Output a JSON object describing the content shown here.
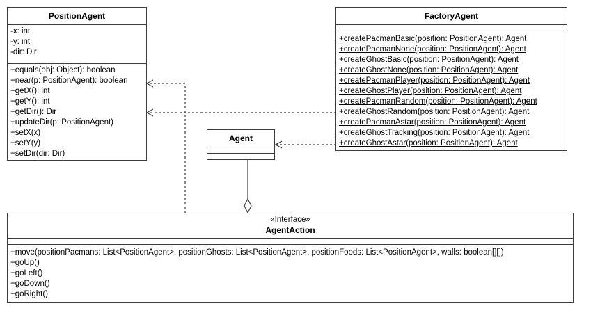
{
  "position_agent": {
    "name": "PositionAgent",
    "attributes": [
      "-x: int",
      "-y: int",
      "-dir: Dir"
    ],
    "methods": [
      "+equals(obj: Object): boolean",
      "+near(p: PositionAgent): boolean",
      "+getX(): int",
      "+getY(): int",
      "+getDir(): Dir",
      "+updateDir(p: PositionAgent)",
      "+setX(x)",
      "+setY(y)",
      "+setDir(dir: Dir)"
    ]
  },
  "factory_agent": {
    "name": "FactoryAgent",
    "methods": [
      "+createPacmanBasic(position: PositionAgent): Agent",
      "+createPacmanNone(position: PositionAgent): Agent",
      "+createGhostBasic(position: PositionAgent): Agent",
      "+createGhostNone(position: PositionAgent): Agent",
      "+createPacmanPlayer(position: PositionAgent): Agent",
      "+createGhostPlayer(position: PositionAgent): Agent",
      "+createPacmanRandom(position: PositionAgent): Agent",
      "+createGhostRandom(position: PositionAgent): Agent",
      "+createPacmanAstar(position: PositionAgent): Agent",
      "+createGhostTracking(position: PositionAgent): Agent",
      "+createGhostAstar(position: PositionAgent): Agent"
    ]
  },
  "agent": {
    "name": "Agent"
  },
  "agent_action": {
    "stereotype": "«Interface»",
    "name": "AgentAction",
    "methods": [
      "+move(positionPacmans: List<PositionAgent>, positionGhosts: List<PositionAgent>, positionFoods: List<PositionAgent>, walls: boolean[][])",
      "+goUp()",
      "+goLeft()",
      "+goDown()",
      "+goRight()"
    ]
  }
}
